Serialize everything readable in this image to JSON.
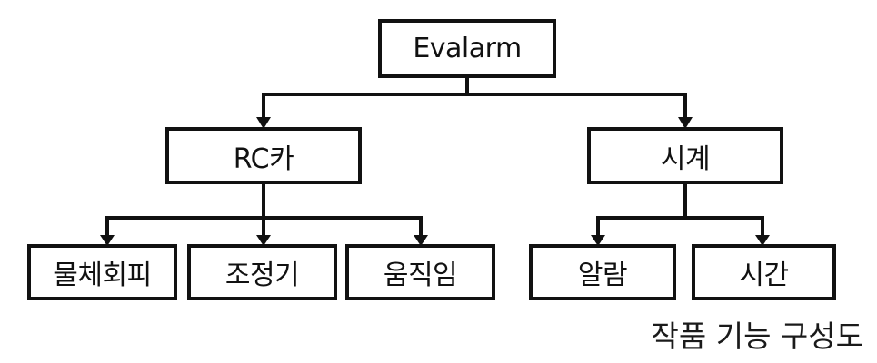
{
  "diagram": {
    "nodes": {
      "root": "Evalarm",
      "rc_car": "RC카",
      "clock": "시계",
      "obstacle": "물체회피",
      "control": "조정기",
      "movement": "움직임",
      "alarm": "알람",
      "time": "시간"
    },
    "edges": [
      [
        "root",
        "rc_car"
      ],
      [
        "root",
        "clock"
      ],
      [
        "rc_car",
        "obstacle"
      ],
      [
        "rc_car",
        "control"
      ],
      [
        "rc_car",
        "movement"
      ],
      [
        "clock",
        "alarm"
      ],
      [
        "clock",
        "time"
      ]
    ],
    "caption": "작품 기능 구성도",
    "colors": {
      "line": "#111111",
      "box_border": "#111111",
      "background": "#ffffff"
    }
  }
}
